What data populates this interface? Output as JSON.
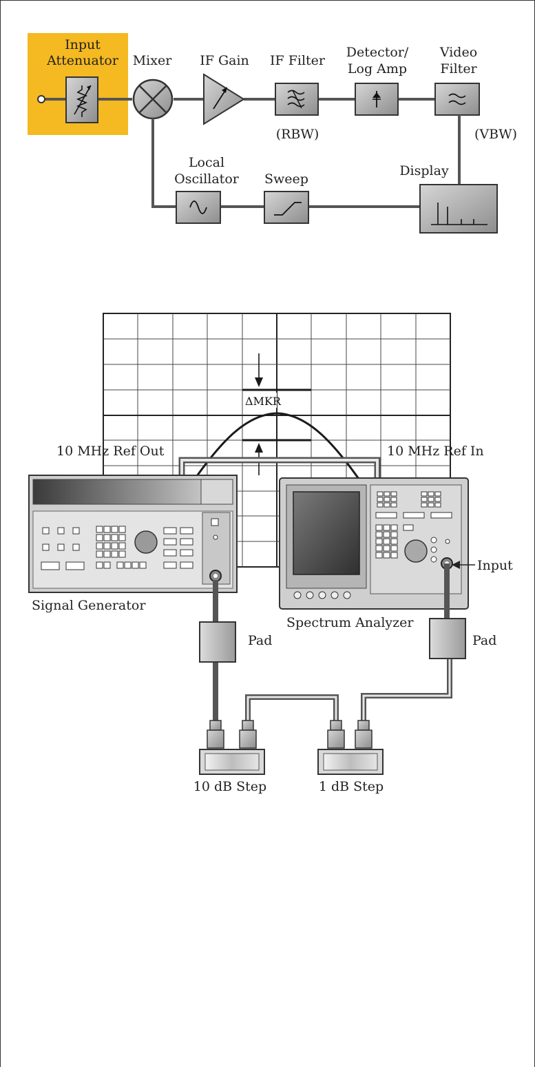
{
  "block_diagram": {
    "attenuator_label": [
      "Input",
      "Attenuator"
    ],
    "mixer_label": "Mixer",
    "if_gain_label": "IF Gain",
    "if_filter_label": "IF Filter",
    "rbw_label": "(RBW)",
    "detector_label": [
      "Detector/",
      "Log Amp"
    ],
    "video_filter_label": [
      "Video",
      "Filter"
    ],
    "vbw_label": "(VBW)",
    "lo_label": [
      "Local",
      "Oscillator"
    ],
    "sweep_label": "Sweep",
    "display_label": "Display",
    "highlight_color": "#f5b921"
  },
  "graticule": {
    "marker_label": "ΔMKR"
  },
  "setup": {
    "ref_out_label": "10 MHz Ref Out",
    "ref_in_label": "10 MHz Ref In",
    "signal_generator_label": "Signal Generator",
    "spectrum_analyzer_label": "Spectrum Analyzer",
    "input_label": "Input",
    "pad_left_label": "Pad",
    "pad_right_label": "Pad",
    "step10_label": "10 dB Step",
    "step1_label": "1 dB Step"
  }
}
